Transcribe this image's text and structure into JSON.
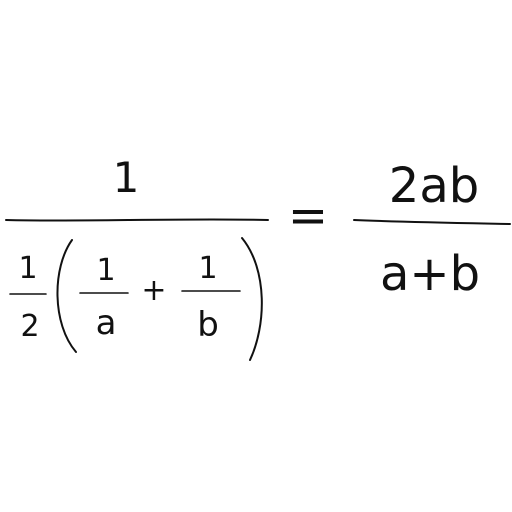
{
  "equation": {
    "lhs": {
      "numerator": "1",
      "denominator": {
        "coef_num": "1",
        "coef_den": "2",
        "term1_num": "1",
        "term1_den": "a",
        "plus": "+",
        "term2_num": "1",
        "term2_den": "b"
      }
    },
    "equals": "=",
    "rhs": {
      "numerator": "2ab",
      "denominator": "a+b"
    }
  },
  "colors": {
    "ink": "#111111",
    "background": "#ffffff"
  }
}
